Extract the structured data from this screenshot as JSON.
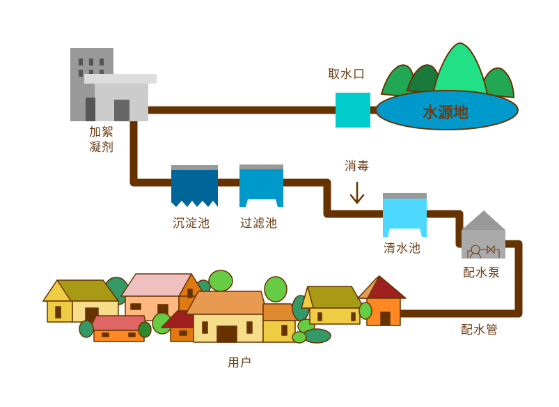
{
  "title": "自来水厂供水流程",
  "colors": {
    "pipe": "#663300",
    "text": "#6b3a12",
    "intake": "#00cccc",
    "sediment": "#006699",
    "filter": "#0099cc",
    "clear_water": "#4dd9ff",
    "lake": "#0099cc",
    "building": "#999999"
  },
  "nodes": {
    "source": {
      "label": "水源地"
    },
    "intake": {
      "label": "取水口"
    },
    "coagulant": {
      "label_line1": "加絮",
      "label_line2": "凝剂"
    },
    "sedimentation": {
      "label": "沉淀池"
    },
    "filtration": {
      "label": "过滤池"
    },
    "disinfection": {
      "label": "消毒"
    },
    "clear_water_tank": {
      "label": "清水池"
    },
    "pump": {
      "label": "配水泵"
    },
    "distribution_pipe": {
      "label": "配水管"
    },
    "users": {
      "label": "用户"
    }
  },
  "flow": [
    "水源地",
    "取水口",
    "加絮凝剂",
    "沉淀池",
    "过滤池",
    "消毒",
    "清水池",
    "配水泵",
    "配水管",
    "用户"
  ]
}
